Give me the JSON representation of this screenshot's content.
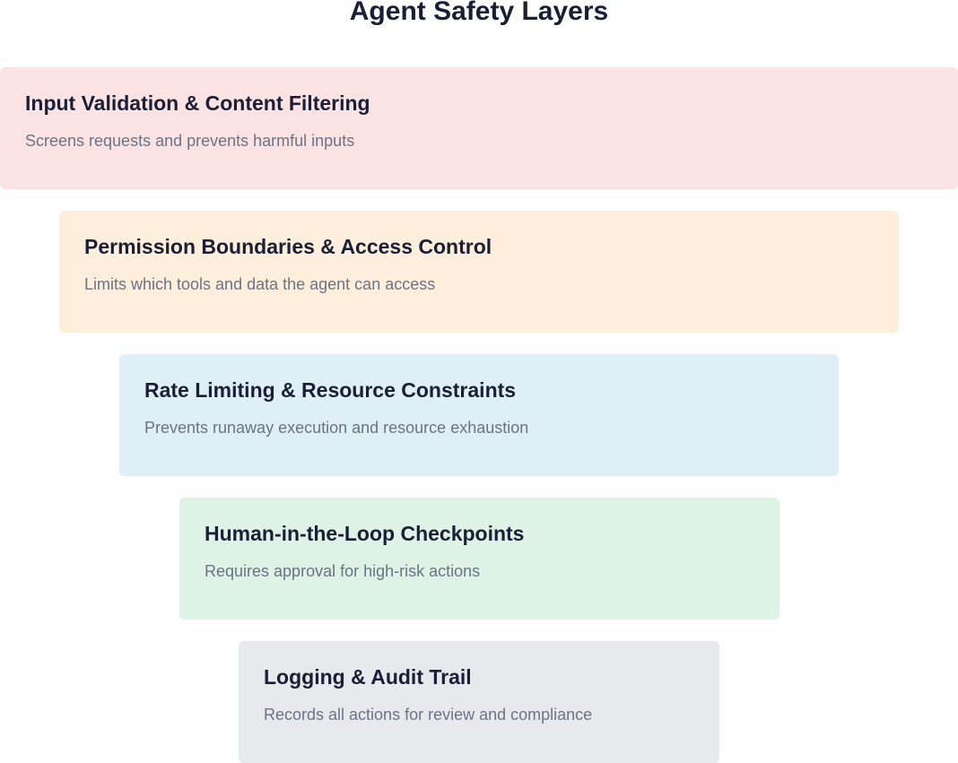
{
  "title": "Agent Safety Layers",
  "layers": [
    {
      "title": "Input Validation & Content Filtering",
      "description": "Screens requests and prevents harmful inputs",
      "color": "#fbe3e3"
    },
    {
      "title": "Permission Boundaries & Access Control",
      "description": "Limits which tools and data the agent can access",
      "color": "#fdefdc"
    },
    {
      "title": "Rate Limiting & Resource Constraints",
      "description": "Prevents runaway execution and resource exhaustion",
      "color": "#dfeff6"
    },
    {
      "title": "Human-in-the-Loop Checkpoints",
      "description": "Requires approval for high-risk actions",
      "color": "#dff2e6"
    },
    {
      "title": "Logging & Audit Trail",
      "description": "Records all actions for review and compliance",
      "color": "#e8e9ed"
    }
  ]
}
